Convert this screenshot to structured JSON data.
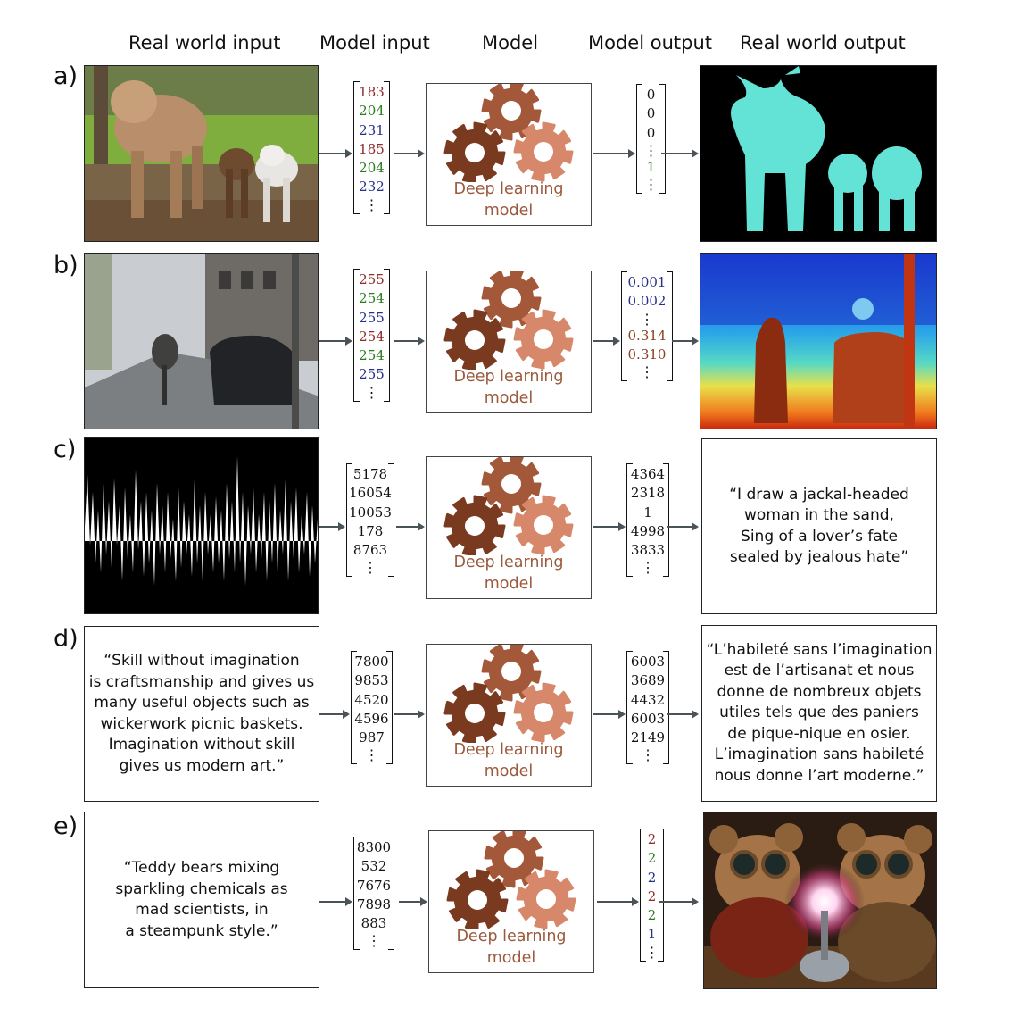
{
  "headers": {
    "real_world_input": "Real world input",
    "model_input": "Model input",
    "model": "Model",
    "model_output": "Model output",
    "real_world_output": "Real world output"
  },
  "model_box": {
    "line1": "Deep learning",
    "line2": "model"
  },
  "colors": {
    "red": "#8f2b2b",
    "green": "#2a7d1e",
    "blue": "#26308a",
    "brown": "#8a3f1f",
    "gear_dark": "#7a3a20",
    "gear_mid": "#a4583a",
    "gear_light": "#d7876a",
    "model_text": "#9b5a3c",
    "segmentation_fill": "#63e3d6"
  },
  "rows": [
    {
      "label": "a)",
      "input_image": "photo of a cow and two calves on grass",
      "model_input": [
        {
          "v": "183",
          "c": "red"
        },
        {
          "v": "204",
          "c": "green"
        },
        {
          "v": "231",
          "c": "blue"
        },
        {
          "v": "185",
          "c": "red"
        },
        {
          "v": "204",
          "c": "green"
        },
        {
          "v": "232",
          "c": "blue"
        }
      ],
      "model_output": [
        {
          "v": "0",
          "c": "black"
        },
        {
          "v": "0",
          "c": "black"
        },
        {
          "v": "0",
          "c": "black"
        },
        {
          "v": "⋮",
          "c": "black"
        },
        {
          "v": "1",
          "c": "green"
        }
      ],
      "output_image": "segmentation mask of cows in cyan on black"
    },
    {
      "label": "b)",
      "input_image": "street scene with cyclist and car",
      "model_input": [
        {
          "v": "255",
          "c": "red"
        },
        {
          "v": "254",
          "c": "green"
        },
        {
          "v": "255",
          "c": "blue"
        },
        {
          "v": "254",
          "c": "red"
        },
        {
          "v": "254",
          "c": "green"
        },
        {
          "v": "255",
          "c": "blue"
        }
      ],
      "model_output": [
        {
          "v": "0.001",
          "c": "blue"
        },
        {
          "v": "0.002",
          "c": "blue"
        },
        {
          "v": "⋮",
          "c": "black"
        },
        {
          "v": "0.314",
          "c": "brown"
        },
        {
          "v": "0.310",
          "c": "brown"
        }
      ],
      "output_image": "depth map in blue-to-red colors"
    },
    {
      "label": "c)",
      "input_image": "audio waveform",
      "model_input": [
        {
          "v": "5178",
          "c": "black"
        },
        {
          "v": "16054",
          "c": "black"
        },
        {
          "v": "10053",
          "c": "black"
        },
        {
          "v": "178",
          "c": "black"
        },
        {
          "v": "8763",
          "c": "black"
        }
      ],
      "model_output": [
        {
          "v": "4364",
          "c": "black"
        },
        {
          "v": "2318",
          "c": "black"
        },
        {
          "v": "1",
          "c": "black"
        },
        {
          "v": "4998",
          "c": "black"
        },
        {
          "v": "3833",
          "c": "black"
        }
      ],
      "output_text": [
        "“I draw a jackal-headed",
        "woman in the sand,",
        "Sing of a lover’s fate",
        "sealed by jealous hate”"
      ]
    },
    {
      "label": "d)",
      "input_text": [
        "“Skill without imagination",
        "is craftsmanship and gives us",
        "many useful objects such as",
        "wickerwork picnic baskets.",
        "Imagination without skill",
        "gives us modern art.”"
      ],
      "model_input": [
        {
          "v": "7800",
          "c": "black"
        },
        {
          "v": "9853",
          "c": "black"
        },
        {
          "v": "4520",
          "c": "black"
        },
        {
          "v": "4596",
          "c": "black"
        },
        {
          "v": "987",
          "c": "black"
        }
      ],
      "model_output": [
        {
          "v": "6003",
          "c": "black"
        },
        {
          "v": "3689",
          "c": "black"
        },
        {
          "v": "4432",
          "c": "black"
        },
        {
          "v": "6003",
          "c": "black"
        },
        {
          "v": "2149",
          "c": "black"
        }
      ],
      "output_text": [
        "“L’habileté sans l’imagination",
        "est de l’artisanat et nous",
        "donne de nombreux objets",
        "utiles tels que des paniers",
        "de pique-nique en osier.",
        "L’imagination sans habileté",
        "nous donne l’art moderne.”"
      ]
    },
    {
      "label": "e)",
      "input_text": [
        "“Teddy bears mixing",
        "sparkling chemicals as",
        "mad scientists, in",
        "a steampunk style.”"
      ],
      "model_input": [
        {
          "v": "8300",
          "c": "black"
        },
        {
          "v": "532",
          "c": "black"
        },
        {
          "v": "7676",
          "c": "black"
        },
        {
          "v": "7898",
          "c": "black"
        },
        {
          "v": "883",
          "c": "black"
        }
      ],
      "model_output": [
        {
          "v": "2",
          "c": "red"
        },
        {
          "v": "2",
          "c": "green"
        },
        {
          "v": "2",
          "c": "blue"
        },
        {
          "v": "2",
          "c": "red"
        },
        {
          "v": "2",
          "c": "green"
        },
        {
          "v": "1",
          "c": "blue"
        }
      ],
      "output_image": "steampunk teddy bears with goggles and sparks"
    }
  ]
}
